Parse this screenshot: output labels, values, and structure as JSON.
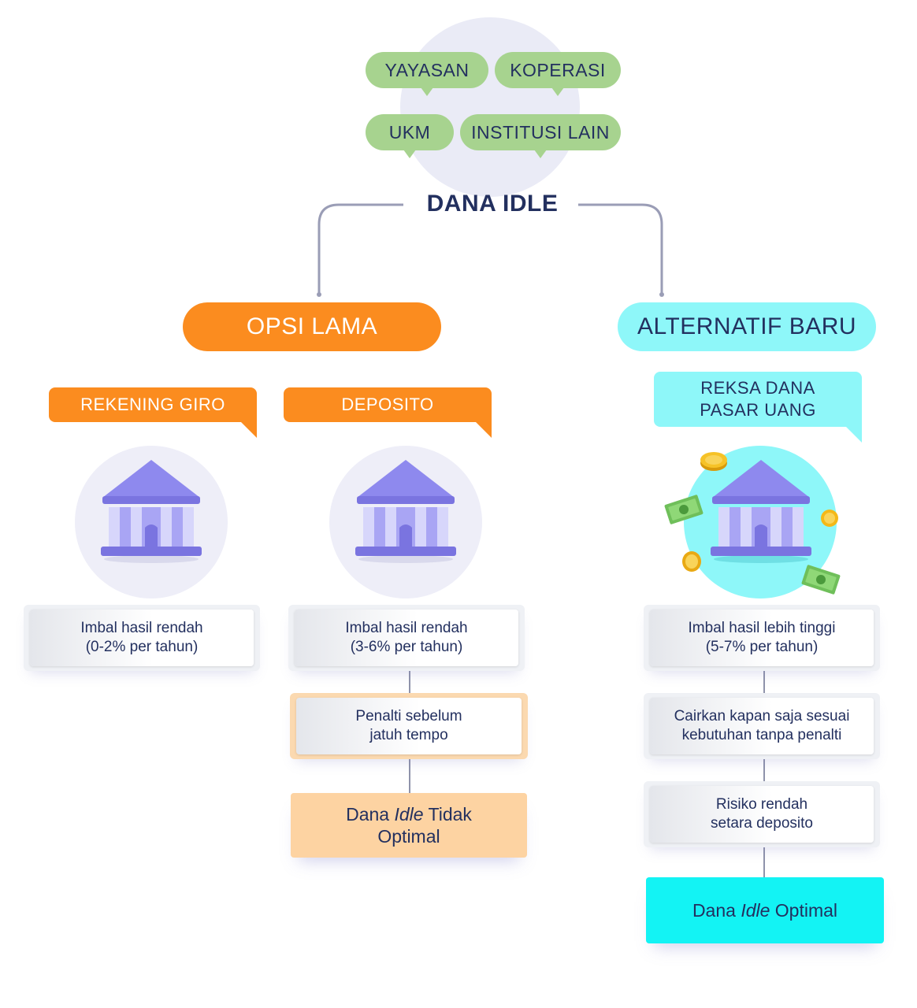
{
  "header": {
    "tags": [
      "YAYASAN",
      "KOPERASI",
      "UKM",
      "INSTITUSI LAIN"
    ],
    "title": "DANA IDLE"
  },
  "left": {
    "title": "OPSI LAMA",
    "giro": {
      "label": "REKENING GIRO",
      "card": [
        "Imbal hasil rendah",
        "(0-2% per tahun)"
      ]
    },
    "deposito": {
      "label": "DEPOSITO",
      "card1": [
        "Imbal hasil rendah",
        "(3-6% per tahun)"
      ],
      "card2": [
        "Penalti sebelum",
        "jatuh tempo"
      ],
      "result": {
        "pre": "Dana ",
        "italic": "Idle",
        "post": " Tidak",
        "line2": "Optimal"
      }
    }
  },
  "right": {
    "title": "ALTERNATIF BARU",
    "label": [
      "REKSA DANA",
      "PASAR UANG"
    ],
    "card1": [
      "Imbal hasil lebih tinggi",
      "(5-7% per tahun)"
    ],
    "card2": [
      "Cairkan kapan saja sesuai",
      "kebutuhan tanpa penalti"
    ],
    "card3": [
      "Risiko rendah",
      "setara deposito"
    ],
    "result": {
      "pre": "Dana ",
      "italic": "Idle",
      "post": " Optimal"
    }
  },
  "colors": {
    "navy": "#23305f",
    "orange": "#fb8c1f",
    "cyan": "#8ef7f9",
    "green_tag": "#a7d38f",
    "bank": "#8c87ec"
  },
  "icons": [
    "bank-icon",
    "coin-icon",
    "banknote-icon"
  ]
}
